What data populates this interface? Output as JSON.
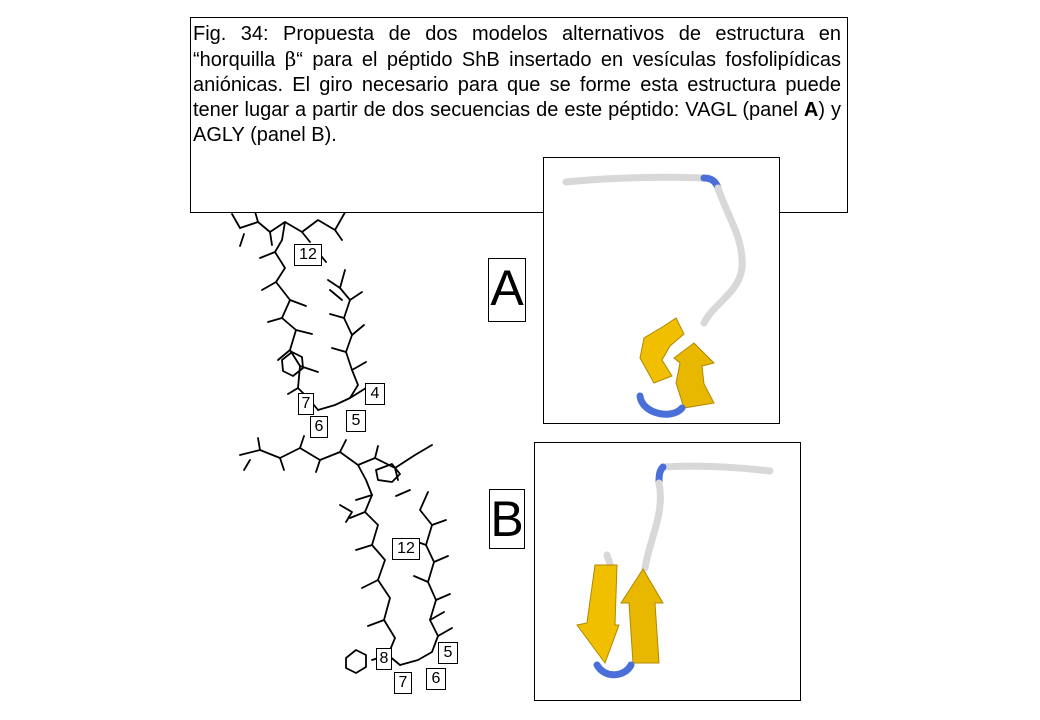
{
  "caption": {
    "part1": "Fig. 34: Propuesta de dos modelos alternativos de estructura en “horquilla ",
    "beta": "β",
    "part2": "“ para el péptido ShB insertado en vesículas fosfolipídicas aniónicas. El giro necesario para que se forme esta estructura puede tener lugar a partir de dos secuencias de este péptido: VAGL (panel ",
    "bold_A": "A",
    "part3": ") y AGLY (panel B)."
  },
  "panels": [
    {
      "label": "A",
      "residue_labels": [
        "12",
        "4",
        "7",
        "5",
        "6"
      ]
    },
    {
      "label": "B",
      "residue_labels": [
        "12",
        "5",
        "8",
        "6",
        "7"
      ]
    }
  ],
  "colors": {
    "strand": "#f0c000",
    "strand_dark": "#c89a00",
    "turn": "#4a6fd8",
    "coil": "#d8d8d8",
    "stick": "#000000"
  }
}
